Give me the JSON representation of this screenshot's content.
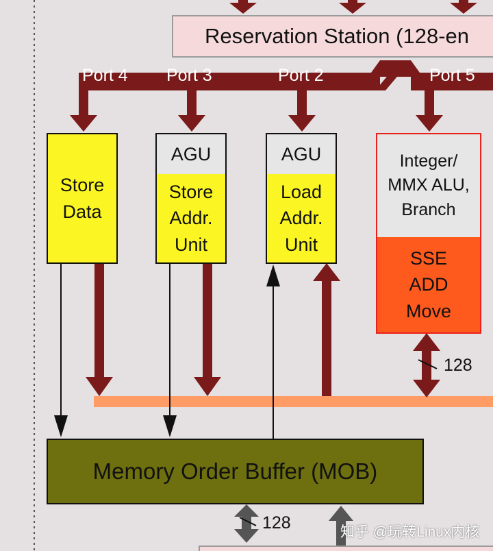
{
  "reservation_station": {
    "label": "Reservation Station (128-en"
  },
  "ports": {
    "port4": "Port 4",
    "port3": "Port 3",
    "port2": "Port 2",
    "port5": "Port 5"
  },
  "units": {
    "store_data": {
      "label": "Store\nData"
    },
    "store_addr": {
      "header": "AGU",
      "label": "Store\nAddr.\nUnit"
    },
    "load_addr": {
      "header": "AGU",
      "label": "Load\nAddr.\nUnit"
    },
    "int_alu": {
      "header": "Integer/\nMMX ALU,\nBranch",
      "label": "SSE\nADD\nMove"
    }
  },
  "mob": {
    "label": "Memory Order Buffer (MOB)"
  },
  "bus_widths": {
    "alu_bus": "128",
    "mob_bus": "128"
  },
  "watermark": "知乎 @玩转Linux内核",
  "colors": {
    "dark_red": "#7a1a1a",
    "yellow": "#fbf623",
    "orange": "#ff5a1e",
    "olive": "#6e700f",
    "pink": "#f6dadb",
    "bus": "#ff9c66"
  }
}
